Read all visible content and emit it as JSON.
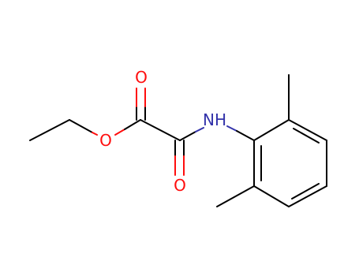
{
  "molecule": {
    "atom_labels": {
      "ester_carbonyl_o": "O",
      "ester_ether_o": "O",
      "amide_carbonyl_o": "O",
      "amide_nh": "NH"
    },
    "colors": {
      "bond": "#000000",
      "oxygen": "#ff0d0d",
      "nitrogen": "#3333aa",
      "background": "#ffffff"
    }
  }
}
